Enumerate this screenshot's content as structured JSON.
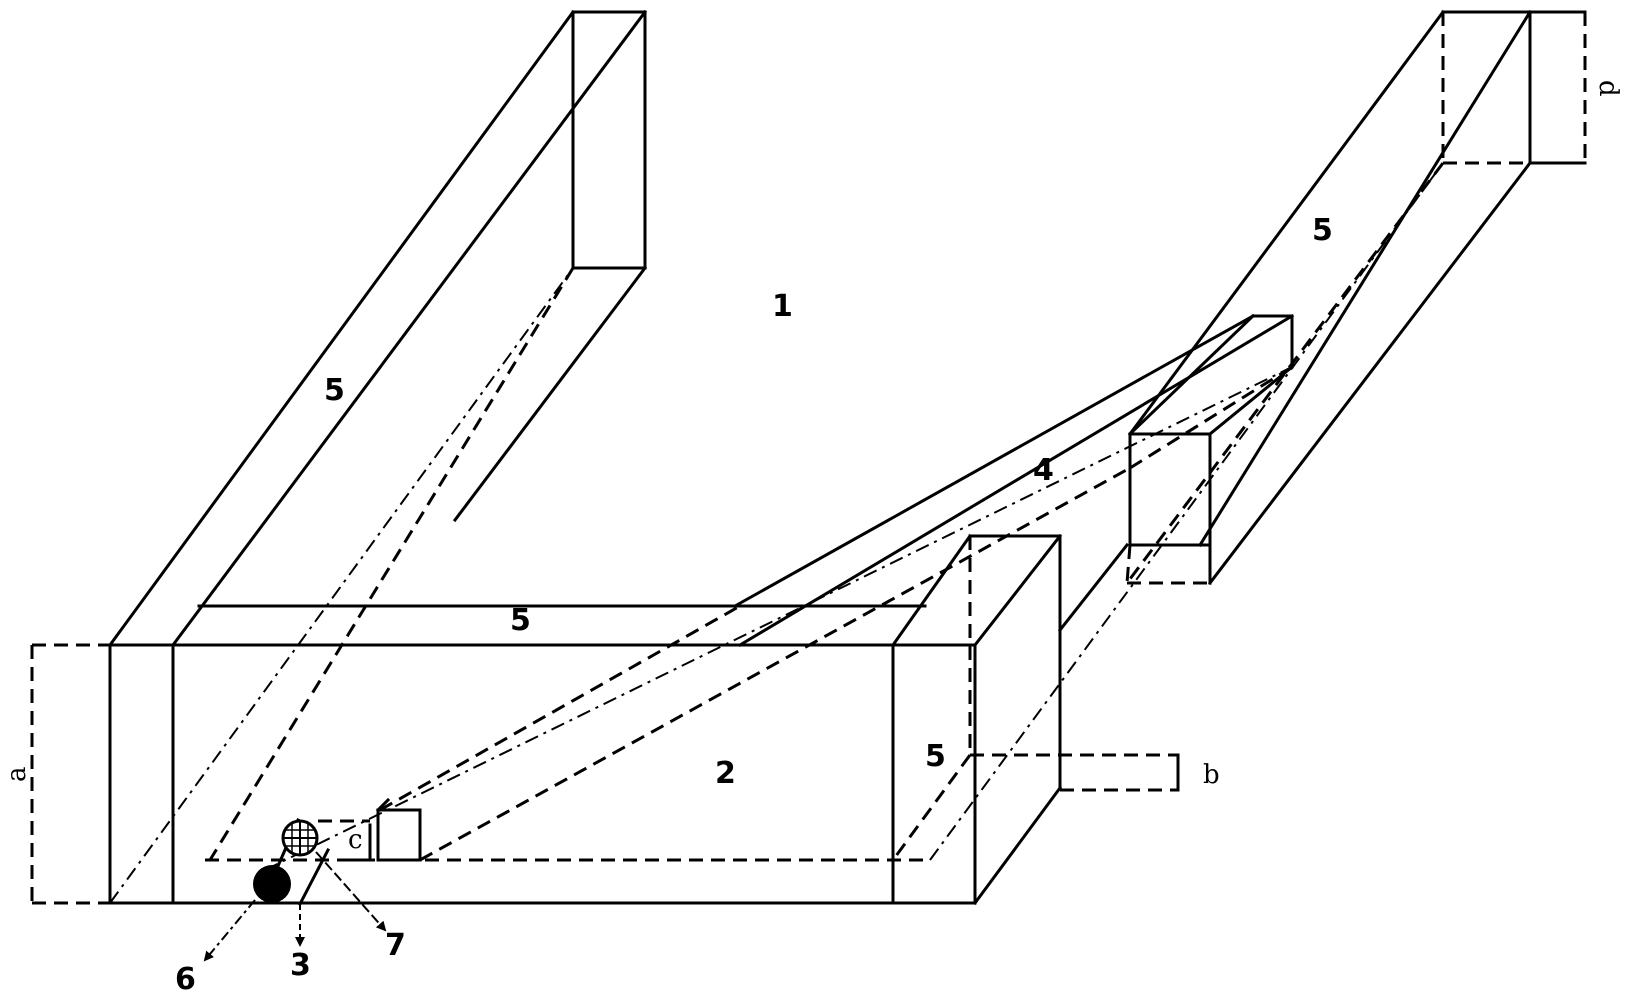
{
  "labels": {
    "region_1": "1",
    "region_2": "2",
    "arrow_3": "3",
    "ramp_4": "4",
    "wall_5_left": "5",
    "wall_5_back": "5",
    "wall_5_right": "5",
    "wall_5_front_right": "5",
    "arrow_6": "6",
    "arrow_7": "7"
  },
  "dimensions": {
    "a": "a",
    "b": "b",
    "c": "c",
    "d": "d"
  }
}
